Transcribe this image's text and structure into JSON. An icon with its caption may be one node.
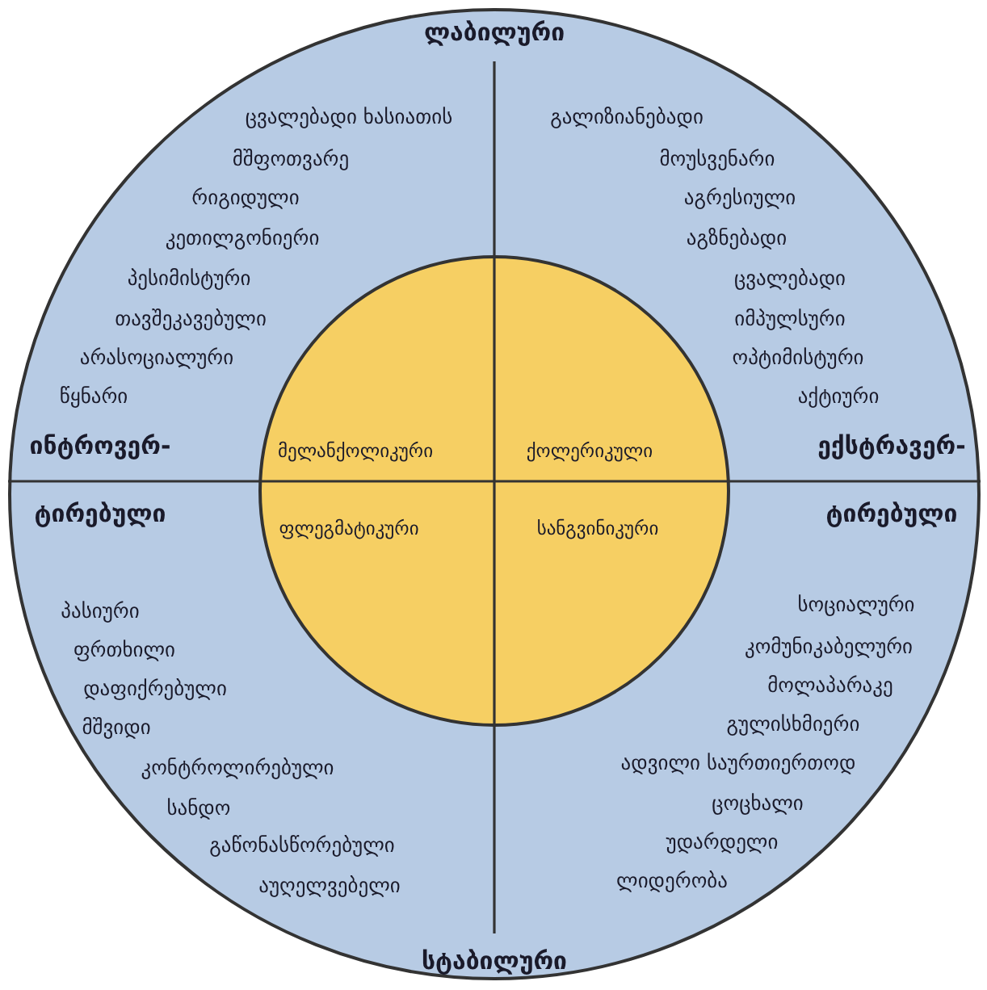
{
  "diagram": {
    "nodes": [
      {
        "text": [
          "ლაბილური",
          "ინტროვერ- ტირებული",
          "ექსტრავერ- ტირებული",
          "სტაბილური"
        ]
      },
      {
        "text": [
          "მელანქოლიკური",
          "ქოლერიკული",
          "ფლეგმატიკური",
          "სანგვინიკური"
        ],
        "in": 0
      }
    ],
    "labels": [
      "ცვალებადი ხასიათის",
      "მშფოთვარე",
      "რიგიდული",
      "კეთილგონიერი",
      "პესიმისტური",
      "თავშეკავებული",
      "არასოციალური",
      "წყნარი",
      "გალიზიანებადი",
      "მოუსვენარი",
      "აგრესიული",
      "აგზნებადი",
      "ცვალებადი",
      "იმპულსური",
      "ოპტიმისტური",
      "აქტიური",
      "პასიური",
      "ფრთხილი",
      "დაფიქრებული",
      "მშვიდი",
      "კონტროლირებული",
      "სანდო",
      "გაწონასწორებული",
      "აუღელვებელი",
      "სოციალური",
      "კომუნიკაბელური",
      "მოლაპარაკე",
      "გულისხმიერი",
      "ადვილი საურთიერთოდ",
      "ცოცხალი",
      "უდარდელი",
      "ლიდერობა"
    ]
  }
}
